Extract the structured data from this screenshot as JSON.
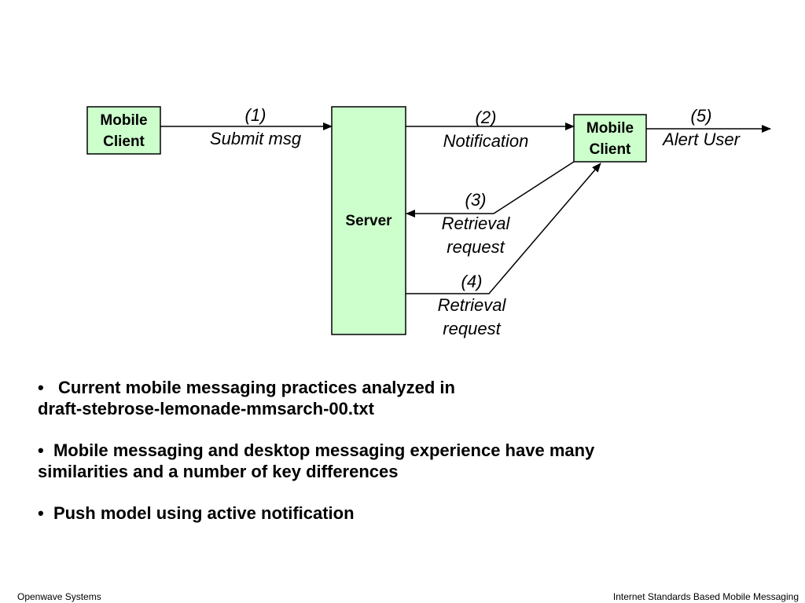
{
  "diagram": {
    "left_client": {
      "label_line1": "Mobile",
      "label_line2": "Client"
    },
    "right_client": {
      "label_line1": "Mobile",
      "label_line2": "Client"
    },
    "server": {
      "label": "Server"
    },
    "step1": {
      "num": "(1)",
      "text": "Submit msg"
    },
    "step2": {
      "num": "(2)",
      "text": "Notification"
    },
    "step3": {
      "num": "(3)",
      "text_line1": "Retrieval",
      "text_line2": "request"
    },
    "step4": {
      "num": "(4)",
      "text_line1": "Retrieval",
      "text_line2": "request"
    },
    "step5": {
      "num": "(5)",
      "text": "Alert User"
    },
    "colors": {
      "box_fill": "#ccffcc",
      "line": "#000000"
    }
  },
  "bullets": [
    {
      "marker": "•",
      "line1": "Current mobile messaging practices analyzed in",
      "line2": "draft-stebrose-lemonade-mmsarch-00.txt"
    },
    {
      "marker": "•",
      "line1": "Mobile messaging and desktop messaging experience have many",
      "line2": "similarities and a number of key differences"
    },
    {
      "marker": "•",
      "line1": "Push model using active notification",
      "line2": ""
    }
  ],
  "footer": {
    "left": "Openwave Systems",
    "right": "Internet Standards Based Mobile Messaging"
  }
}
